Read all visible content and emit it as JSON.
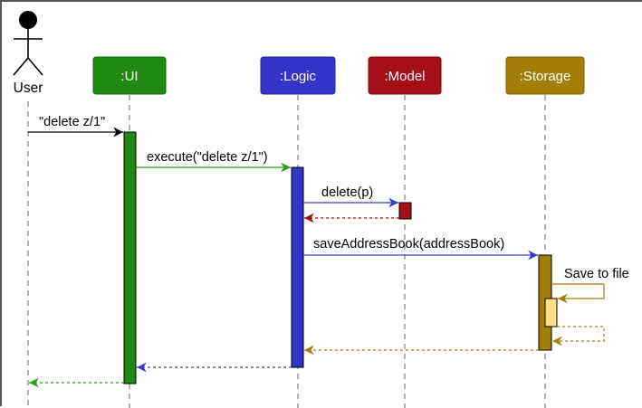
{
  "diagram": {
    "type": "sequence",
    "actor": {
      "label": "User"
    },
    "participants": [
      {
        "id": "ui",
        "label": ":UI",
        "color": "#1e8a12"
      },
      {
        "id": "logic",
        "label": ":Logic",
        "color": "#3434c8"
      },
      {
        "id": "model",
        "label": ":Model",
        "color": "#a50f17"
      },
      {
        "id": "storage",
        "label": ":Storage",
        "color": "#a47e08"
      }
    ],
    "messages": [
      {
        "from": "User",
        "to": ":UI",
        "label": "\"delete z/1\"",
        "kind": "call"
      },
      {
        "from": ":UI",
        "to": ":Logic",
        "label": "execute(\"delete z/1\")",
        "kind": "call"
      },
      {
        "from": ":Logic",
        "to": ":Model",
        "label": "delete(p)",
        "kind": "call"
      },
      {
        "from": ":Model",
        "to": ":Logic",
        "label": "",
        "kind": "return"
      },
      {
        "from": ":Logic",
        "to": ":Storage",
        "label": "saveAddressBook(addressBook)",
        "kind": "call"
      },
      {
        "from": ":Storage",
        "to": ":Storage",
        "label": "Save to file",
        "kind": "self-call"
      },
      {
        "from": ":Storage",
        "to": ":Storage",
        "label": "",
        "kind": "self-return"
      },
      {
        "from": ":Storage",
        "to": ":Logic",
        "label": "",
        "kind": "return"
      },
      {
        "from": ":Logic",
        "to": ":UI",
        "label": "",
        "kind": "return"
      },
      {
        "from": ":UI",
        "to": "User",
        "label": "",
        "kind": "return"
      }
    ],
    "colors": {
      "ui_message": "#2e9a1e",
      "logic_message": "#3a3ac8",
      "model_return": "#a50f17",
      "storage_message": "#a47e08",
      "nested_activation": "#ffe082"
    }
  }
}
